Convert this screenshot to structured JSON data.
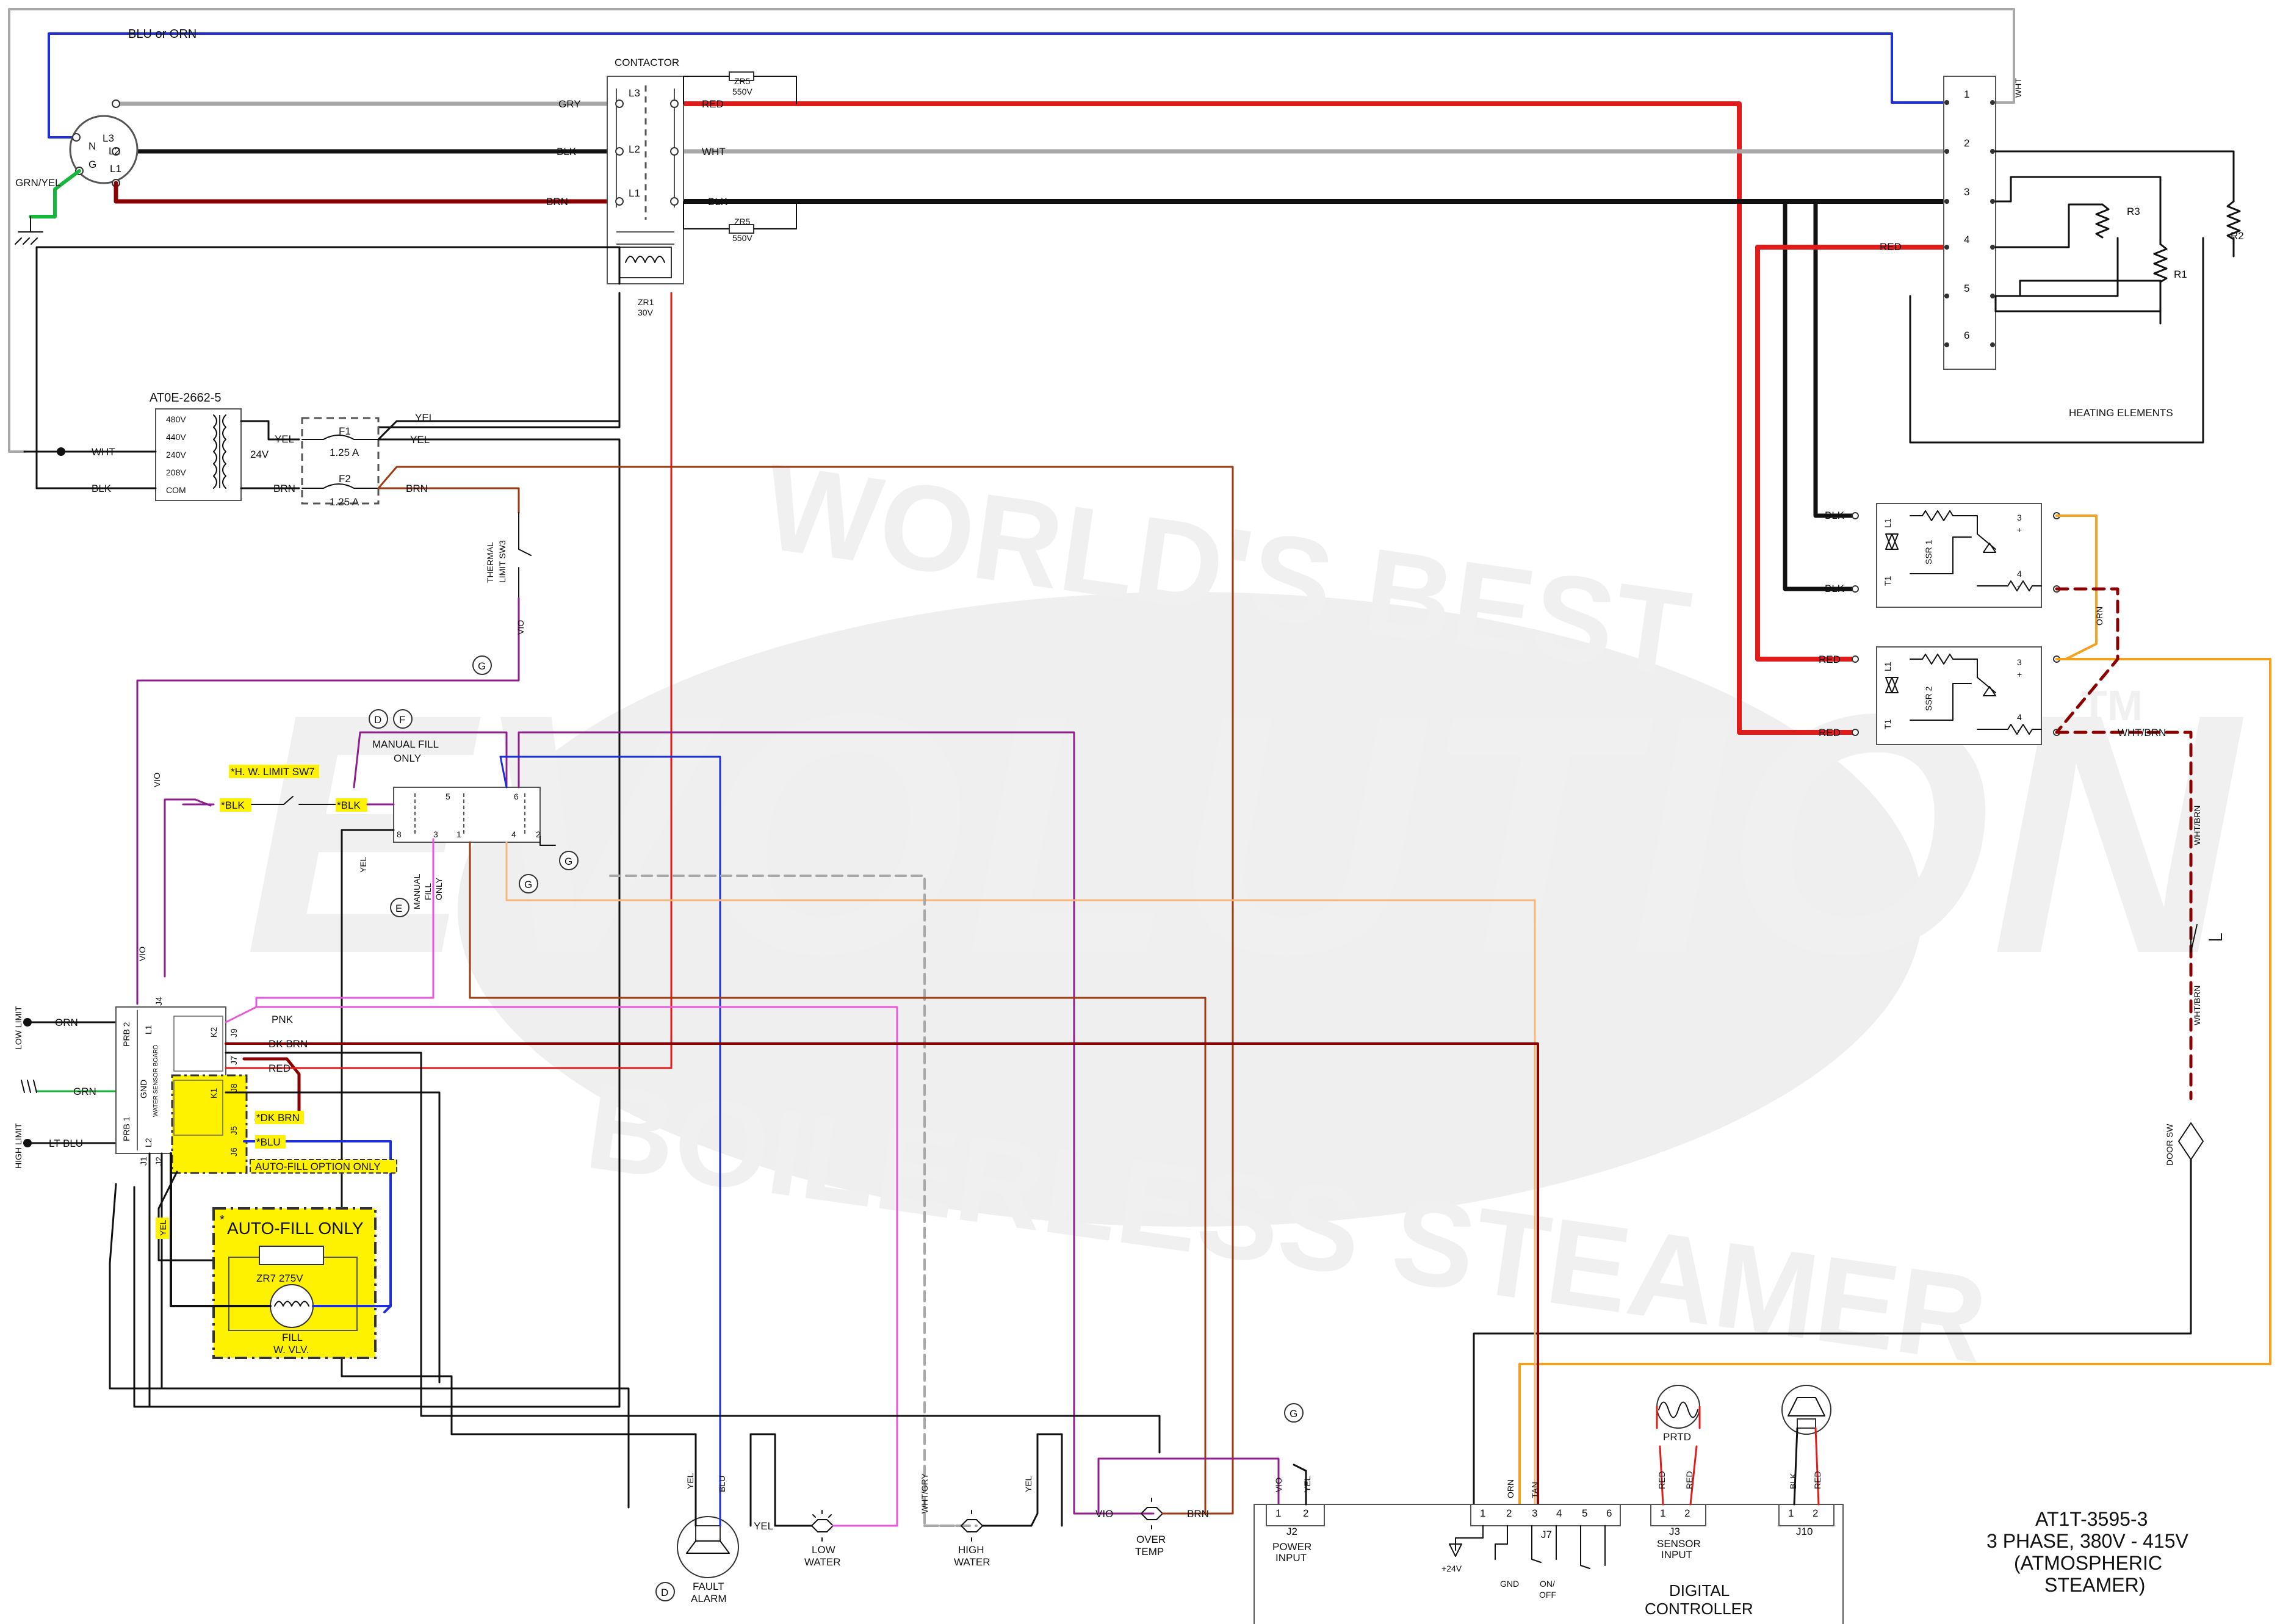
{
  "watermark": {
    "line1": "WORLD'S BEST",
    "line2": "EVOLUTION",
    "line3": "BOILERLESS STEAMER",
    "tm": "TM"
  },
  "top_bus": {
    "label": "BLU or ORN",
    "wht_label": "WHT"
  },
  "inlet": {
    "pins": [
      "N",
      "L3",
      "L2",
      "L1",
      "G"
    ],
    "ground_label": "GRN/YEL"
  },
  "contactor": {
    "title": "CONTACTOR",
    "poles": [
      "L3",
      "L2",
      "L1"
    ],
    "in_labels": [
      "GRY",
      "BLK",
      "BRN"
    ],
    "out_labels": [
      "RED",
      "WHT",
      "BLK"
    ],
    "zr5_top": "ZR5",
    "zr5_top_v": "550V",
    "zr5_bot": "ZR5",
    "zr5_bot_v": "550V",
    "coil": "ZR1",
    "coil_v": "30V"
  },
  "terminal_block": {
    "numbers": [
      "1",
      "2",
      "3",
      "4",
      "5",
      "6"
    ],
    "in_label": "RED",
    "resistors": [
      "R3",
      "R1",
      "R2"
    ],
    "title": "HEATING ELEMENTS"
  },
  "transformer": {
    "title": "AT0E-2662-5",
    "taps": [
      "480V",
      "440V",
      "240V",
      "208V",
      "COM"
    ],
    "secondary": "24V",
    "wht": "WHT",
    "blk": "BLK",
    "yel": "YEL"
  },
  "fuses": {
    "f1": "F1",
    "f1_rating": "1.25 A",
    "f2": "F2",
    "f2_rating": "1.25 A",
    "yel_out1": "YEL",
    "yel_out2": "YEL",
    "brn_in": "BRN",
    "brn_out": "BRN"
  },
  "thermal": {
    "label1": "THERMAL",
    "label2": "LIMIT SW3",
    "vio": "VIO",
    "g": "G"
  },
  "ssr": {
    "ssr1": "SSR 1",
    "ssr2": "SSR 2",
    "blk1": "BLK",
    "blk2": "BLK",
    "red1": "RED",
    "red2": "RED",
    "l1": "L1",
    "t1": "T1",
    "pin3": "3",
    "pin4": "4",
    "plus": "+",
    "minus": "-",
    "orn": "ORN",
    "wht_brn": "WHT/BRN"
  },
  "door_switch": {
    "wht_brn_top": "WHT/BRN",
    "wht_brn_bot": "WHT/BRN",
    "label": "DOOR SW"
  },
  "manual_fill": {
    "circle_d": "D",
    "circle_f": "F",
    "title1": "MANUAL FILL",
    "title2": "ONLY",
    "hw_limit": "*H. W. LIMIT SW7",
    "blk_left": "*BLK",
    "blk_right": "*BLK",
    "vio": "VIO",
    "yel": "YEL",
    "pins_top": [
      "5",
      "6"
    ],
    "pins_bot": [
      "8",
      "3",
      "1",
      "4",
      "2"
    ],
    "circle_e": "E",
    "manual_fill_label1": "MANUAL",
    "manual_fill_label2": "FILL",
    "manual_fill_label3": "ONLY",
    "circle_g1": "G",
    "circle_g2": "G"
  },
  "sensor_board": {
    "low_limit": "LOW LIMIT",
    "high_limit": "HIGH LIMIT",
    "orn": "ORN",
    "grn": "GRN",
    "lt_blu": "LT BLU",
    "prb2": "PRB 2",
    "prb1": "PRB 1",
    "gnd": "GND",
    "board": "WATER SENSOR BOARD",
    "l1": "L1",
    "l2": "L2",
    "j4": "J4",
    "j9": "J9",
    "j7": "J7",
    "j8": "J8",
    "j5": "J5",
    "j6": "J6",
    "j1": "J1",
    "j2": "J2",
    "k1": "K1",
    "k2": "K2",
    "pnk": "PNK",
    "dk_brn": "DK BRN",
    "red": "RED",
    "dk_brn_star": "*DK BRN",
    "blu_star": "*BLU",
    "autofill_option": "AUTO-FILL OPTION ONLY",
    "vio": "VIO"
  },
  "autofill": {
    "star": "*",
    "title": "AUTO-FILL ONLY",
    "zr7": "ZR7 275V",
    "valve1": "FILL",
    "valve2": "W. VLV.",
    "yel": "YEL"
  },
  "bottom_devices": {
    "fault_alarm1": "FAULT",
    "fault_alarm2": "ALARM",
    "fault_yel": "YEL",
    "fault_blu": "BLU",
    "circle_d": "D",
    "low_water1": "LOW",
    "low_water2": "WATER",
    "low_yel": "YEL",
    "high_water1": "HIGH",
    "high_water2": "WATER",
    "high_wht": "WHT/GRY",
    "high_yel": "YEL",
    "over_temp1": "OVER",
    "over_temp2": "TEMP",
    "over_vio": "VIO",
    "over_brn": "BRN",
    "circle_g": "G"
  },
  "controller": {
    "title1": "DIGITAL",
    "title2": "CONTROLLER",
    "power_input1": "POWER",
    "power_input2": "INPUT",
    "j2": "J2",
    "j2_pins": [
      "1",
      "2"
    ],
    "j2_vio": "VIO",
    "j2_yel": "YEL",
    "j7": "J7",
    "j7_pins": [
      "1",
      "2",
      "3",
      "4",
      "5",
      "6"
    ],
    "j7_orn": "ORN",
    "j7_tan": "TAN",
    "plus24": "+24V",
    "gnd": "GND",
    "on_off1": "ON/",
    "on_off2": "OFF",
    "sensor_input1": "SENSOR",
    "sensor_input2": "INPUT",
    "j3": "J3",
    "j3_pins": [
      "1",
      "2"
    ],
    "prtd": "PRTD",
    "red1": "RED",
    "red2": "RED",
    "j10": "J10",
    "j10_pins": [
      "1",
      "2"
    ],
    "blk": "BLK",
    "red_j10": "RED"
  },
  "model": {
    "line1": "AT1T-3595-3",
    "line2": "3 PHASE, 380V - 415V",
    "line3": "(ATMOSPHERIC",
    "line4": "STEAMER)"
  }
}
